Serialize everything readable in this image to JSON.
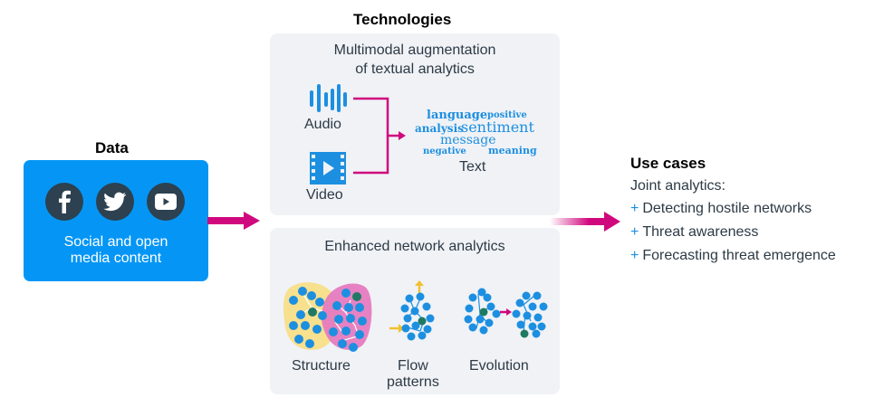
{
  "data_section": {
    "title": "Data",
    "caption_line1": "Social and open",
    "caption_line2": "media content",
    "icons": [
      "facebook-icon",
      "twitter-icon",
      "youtube-icon"
    ],
    "box_color": "#0596f5"
  },
  "technologies": {
    "title": "Technologies",
    "multimodal": {
      "heading_line1": "Multimodal augmentation",
      "heading_line2": "of textual analytics",
      "audio_label": "Audio",
      "video_label": "Video",
      "text_label": "Text",
      "word_cloud": [
        "language",
        "positive",
        "analysis",
        "sentiment",
        "message",
        "negative",
        "meaning"
      ]
    },
    "network": {
      "heading": "Enhanced network analytics",
      "structure_label": "Structure",
      "flow_label_line1": "Flow",
      "flow_label_line2": "patterns",
      "evolution_label": "Evolution"
    }
  },
  "use_cases": {
    "title": "Use cases",
    "subtitle": "Joint analytics:",
    "bullet": "+",
    "items": [
      "Detecting hostile networks",
      "Threat awareness",
      "Forecasting threat emergence"
    ]
  },
  "colors": {
    "accent_arrow": "#d0087e",
    "node_blue": "#1d8fe0",
    "node_green": "#1f7a63",
    "cluster_yellow": "#f7e08e",
    "cluster_pink": "#e57bc0",
    "flow_arrow": "#f2c12e"
  }
}
